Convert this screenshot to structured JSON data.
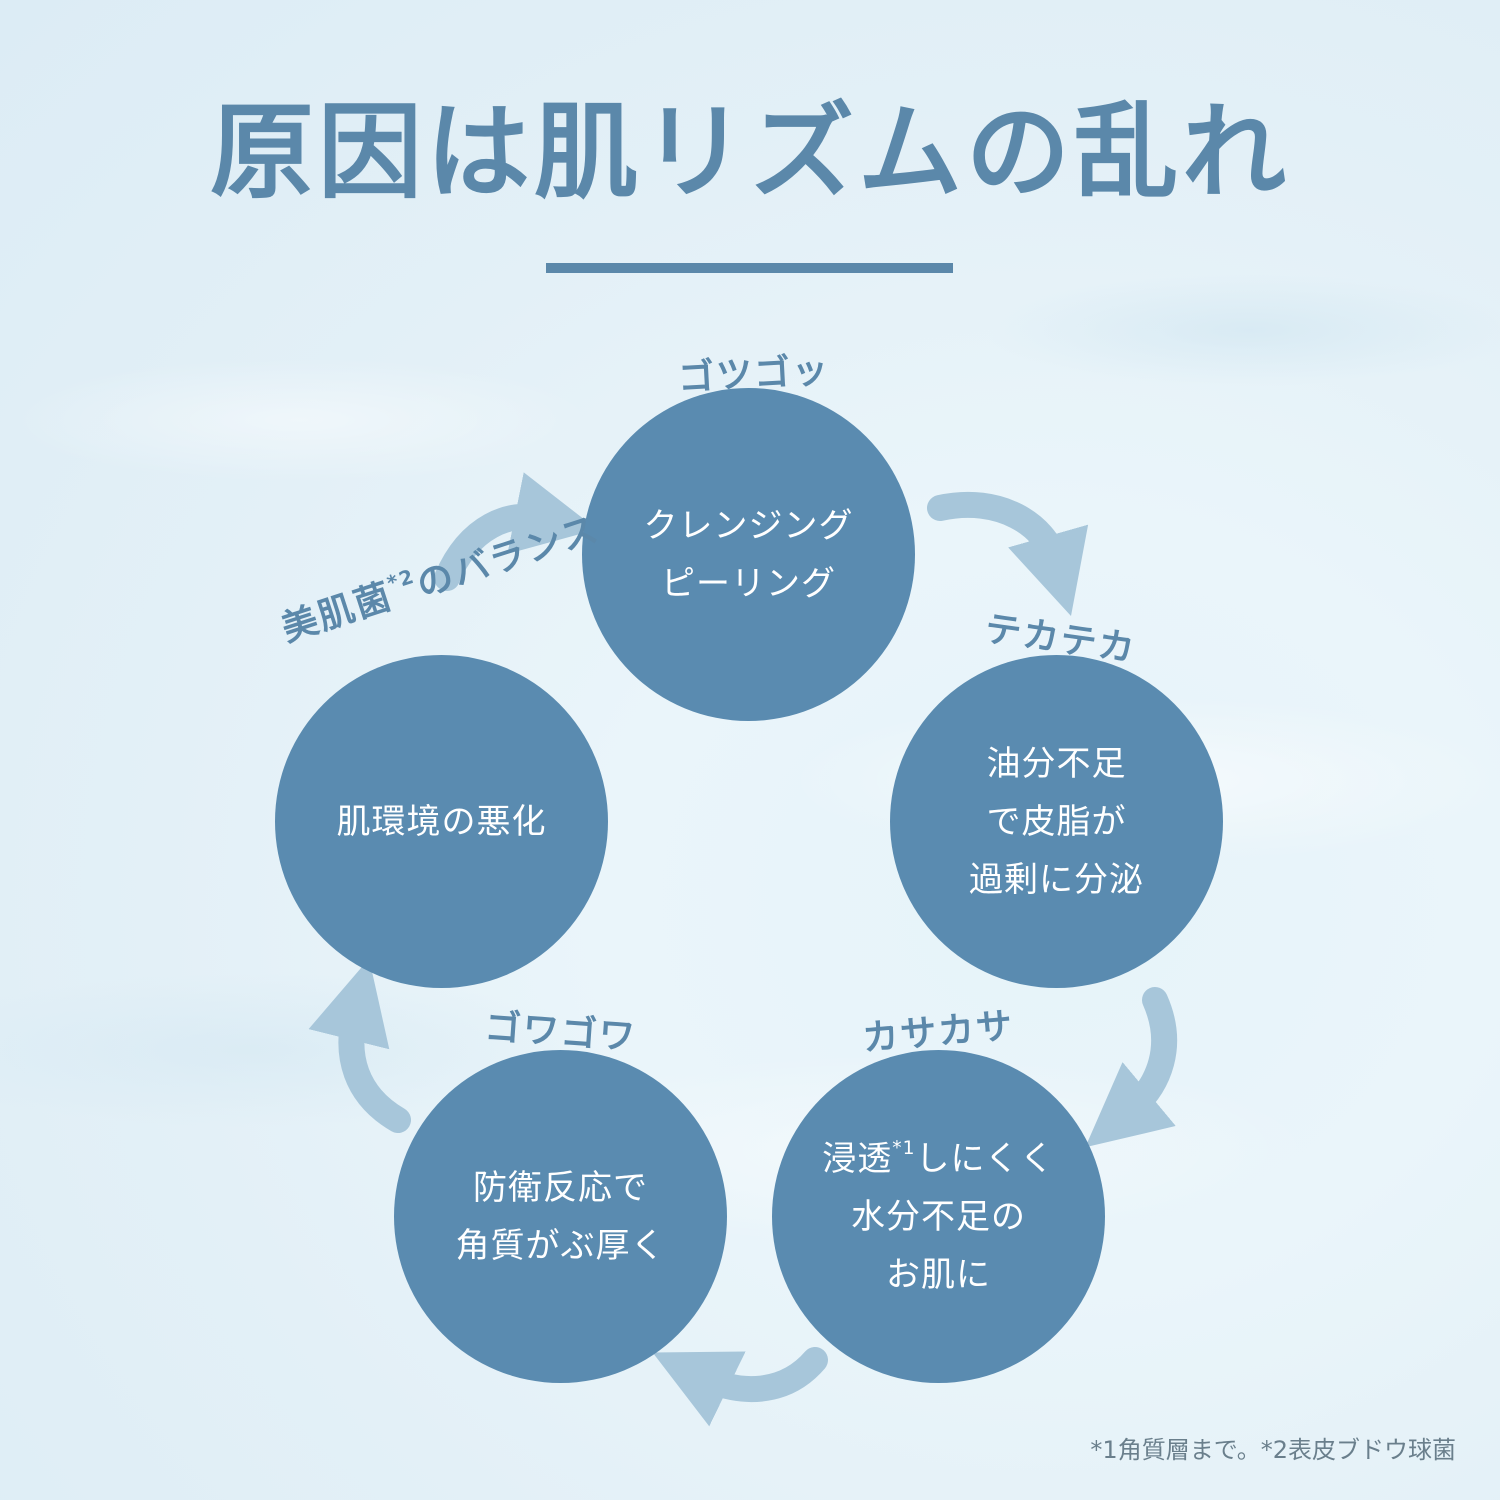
{
  "title": "原因は肌リズムの乱れ",
  "nodes": [
    {
      "lines": [
        "クレンジング",
        "ピーリング"
      ],
      "label": "ゴツゴッ"
    },
    {
      "lines": [
        "油分不足",
        "で皮脂が",
        "過剰に分泌"
      ],
      "label": "テカテカ"
    },
    {
      "lines_sup": [
        {
          "pre": "浸透",
          "sup": "*1",
          "post": "しにくく"
        }
      ],
      "lines": [
        "水分不足の",
        "お肌に"
      ],
      "label": "カサカサ"
    },
    {
      "lines": [
        "防衛反応で",
        "角質がぶ厚く"
      ],
      "label": "ゴワゴワ"
    },
    {
      "lines": [
        "肌環境の悪化"
      ],
      "label_pre": "美肌菌",
      "label_sup": "*2",
      "label_post": "のバランス"
    }
  ],
  "footnote": "*1角質層まで。*2表皮ブドウ球菌",
  "colors": {
    "circle": "#5a8bb0",
    "title": "#5b88aa",
    "arrow": "#a7c6da"
  }
}
